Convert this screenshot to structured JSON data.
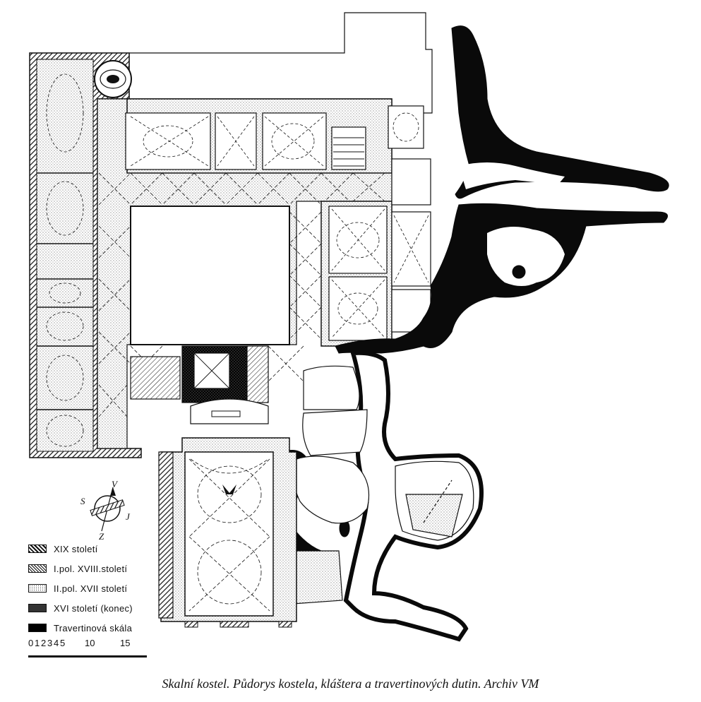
{
  "legend": {
    "items": [
      {
        "label": "XIX století",
        "pattern": "hatch-dense"
      },
      {
        "label": "I.pol. XVIII.století",
        "pattern": "hatch-light"
      },
      {
        "label": "II.pol. XVII století",
        "pattern": "stipple"
      },
      {
        "label": "XVI století (konec)",
        "pattern": "cross"
      },
      {
        "label": "Travertinová skála",
        "pattern": "solid"
      }
    ]
  },
  "scale": {
    "labels": [
      "0",
      "1",
      "2",
      "3",
      "4",
      "5",
      "10",
      "15"
    ]
  },
  "compass": {
    "north": "V",
    "west": "S",
    "east": "J",
    "south": "Z"
  },
  "caption": "Skalní kostel. Půdorys kostela, kláštera a travertinových dutin. Archiv VM",
  "colors": {
    "ink": "#111111",
    "paper": "#ffffff"
  }
}
